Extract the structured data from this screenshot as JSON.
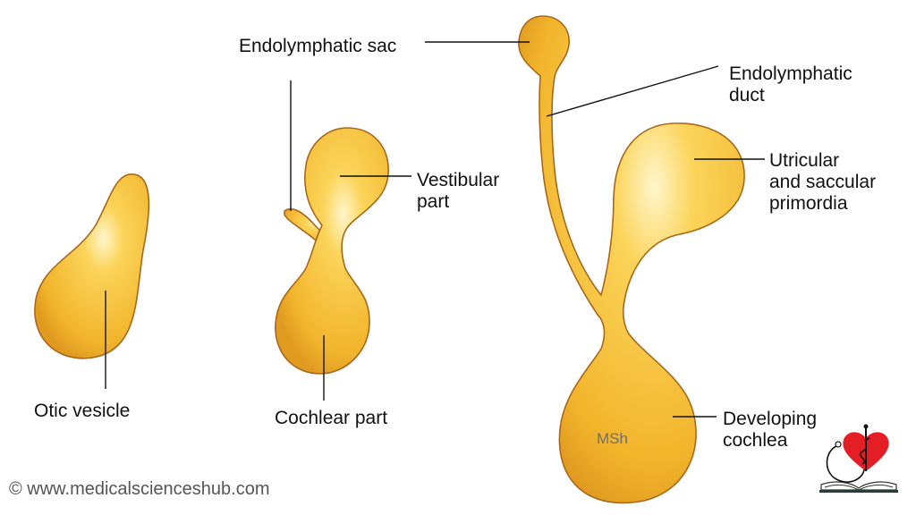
{
  "title": "Development of the membranous labyrinth",
  "labels": {
    "otic_vesicle": "Otic vesicle",
    "endolymphatic_sac": "Endolymphatic sac",
    "vestibular_part": [
      "Vestibular",
      "part"
    ],
    "cochlear_part": "Cochlear part",
    "endolymphatic_duct": [
      "Endolymphatic",
      "duct"
    ],
    "utricular_saccular": [
      "Utricular",
      "and saccular",
      "primordia"
    ],
    "developing_cochlea": [
      "Developing",
      "cochlea"
    ]
  },
  "watermark_center": "MSh",
  "copyright": "© www.medicalscienceshub.com",
  "colors": {
    "organ": "#f5c23a",
    "highlight": "#fff4c0",
    "outline": "#a8681c",
    "logo_heart": "#e31e24"
  }
}
